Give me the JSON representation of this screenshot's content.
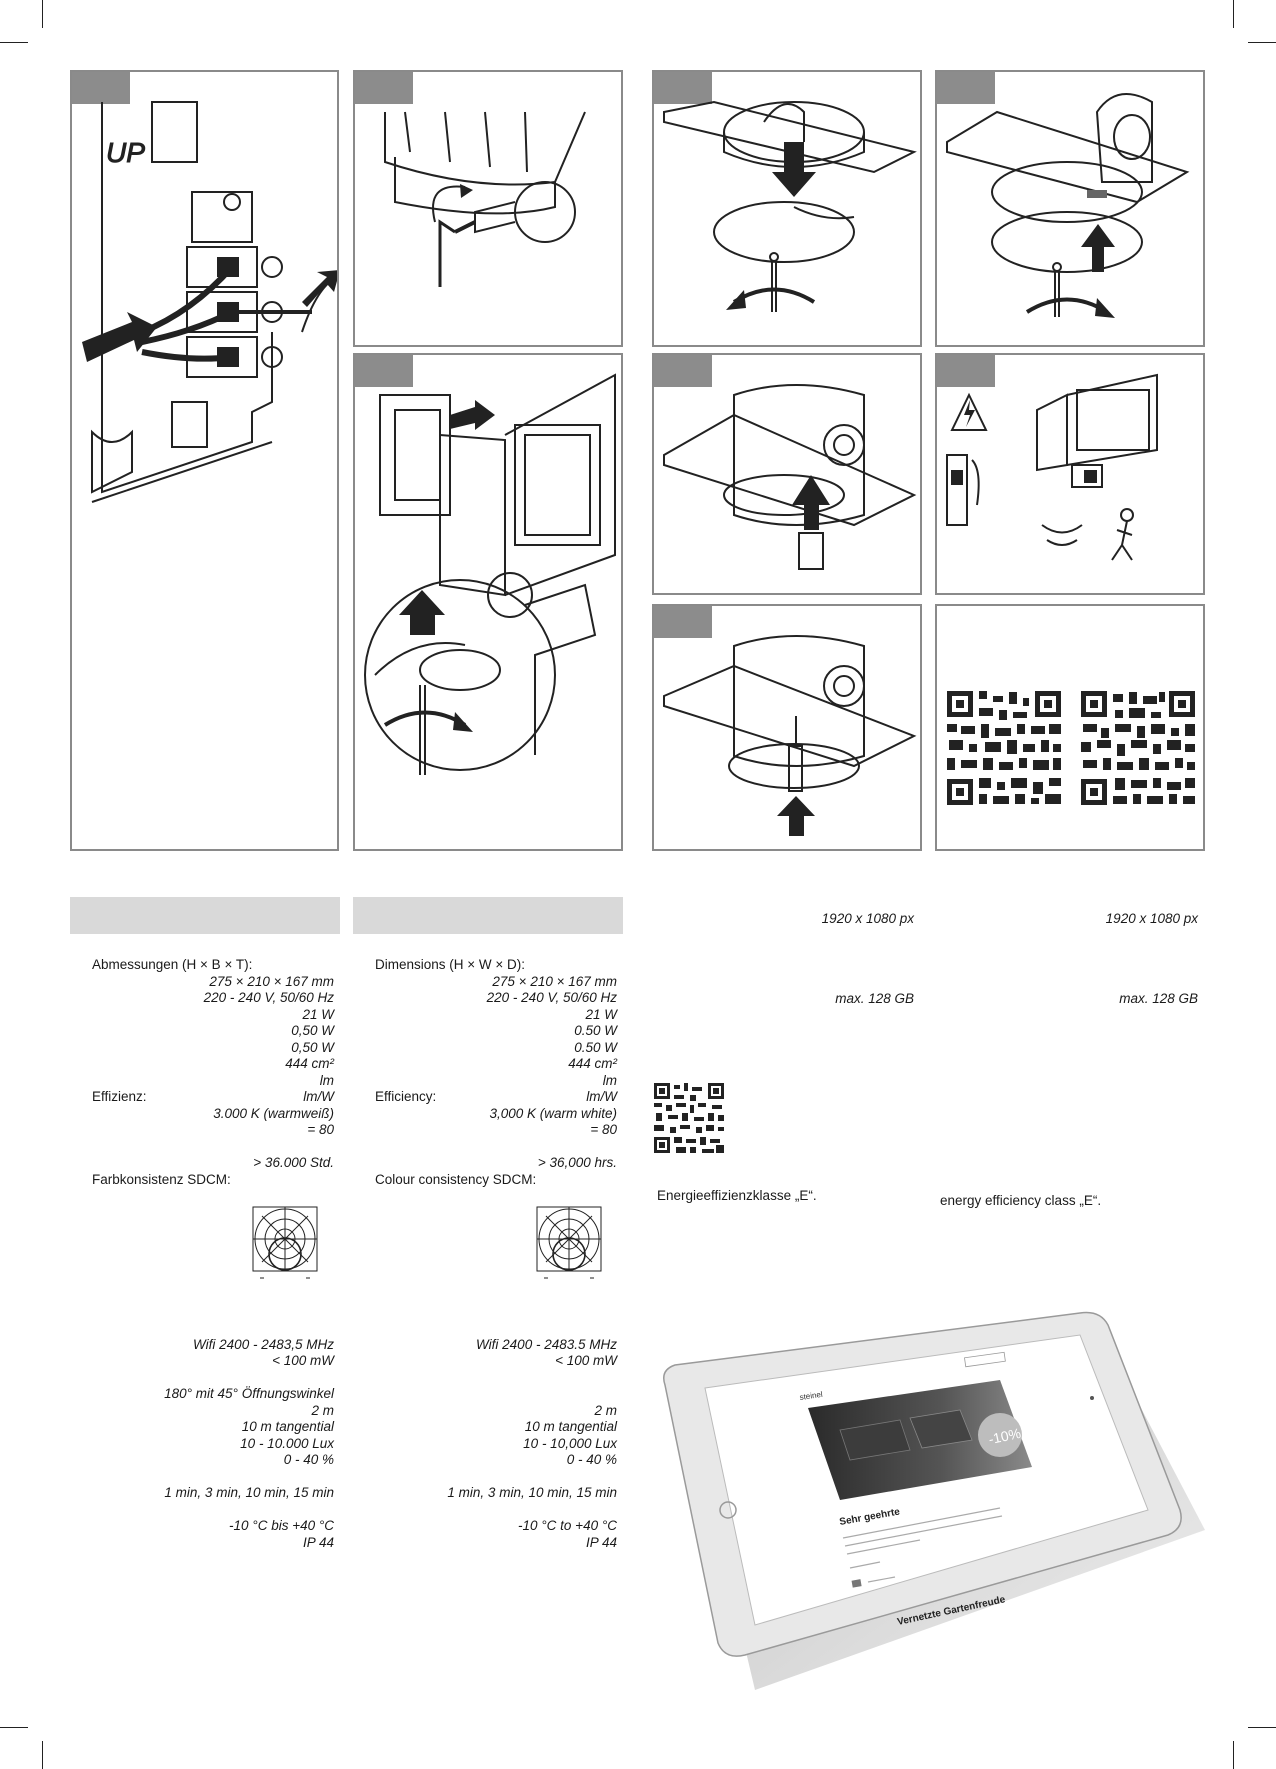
{
  "spec_de": {
    "rows": [
      {
        "label": "Abmessungen (H × B × T):",
        "value": ""
      },
      {
        "label": "",
        "value": "275 × 210 × 167 mm"
      },
      {
        "label": "",
        "value": "220 - 240 V, 50/60 Hz"
      },
      {
        "label": "",
        "value": "21 W"
      },
      {
        "label": "",
        "value": "0,50 W"
      },
      {
        "label": "",
        "value": "0,50 W"
      },
      {
        "label": "",
        "value": "444 cm²"
      },
      {
        "label": "",
        "value": "lm"
      },
      {
        "label": "Effizienz:",
        "value": "lm/W"
      },
      {
        "label": "",
        "value": "3.000 K (warmweiß)"
      },
      {
        "label": "",
        "value": "= 80"
      }
    ],
    "rows2": [
      {
        "label": "",
        "value": "> 36.000 Std."
      },
      {
        "label": "Farbkonsistenz SDCM:",
        "value": ""
      }
    ],
    "rows3": [
      {
        "label": "",
        "value": "Wifi 2400 - 2483,5 MHz"
      },
      {
        "label": "",
        "value": "< 100 mW"
      }
    ],
    "rows4": [
      {
        "label": "",
        "value": "180° mit 45° Öffnungswinkel"
      },
      {
        "label": "",
        "value": "2 m"
      },
      {
        "label": "",
        "value": "10 m tangential"
      },
      {
        "label": "",
        "value": "10 - 10.000 Lux"
      },
      {
        "label": "",
        "value": "0 - 40 %"
      }
    ],
    "rows5": [
      {
        "label": "",
        "value": "1 min, 3 min, 10 min, 15 min"
      }
    ],
    "rows6": [
      {
        "label": "",
        "value": "-10 °C bis +40 °C"
      },
      {
        "label": "",
        "value": "IP 44"
      }
    ]
  },
  "spec_en": {
    "rows": [
      {
        "label": "Dimensions  (H × W × D):",
        "value": ""
      },
      {
        "label": "",
        "value": "275 × 210 × 167 mm"
      },
      {
        "label": "",
        "value": "220 - 240 V, 50/60 Hz"
      },
      {
        "label": "",
        "value": "21 W"
      },
      {
        "label": "",
        "value": "0.50 W"
      },
      {
        "label": "",
        "value": "0.50 W"
      },
      {
        "label": "",
        "value": "444 cm²"
      },
      {
        "label": "",
        "value": "lm"
      },
      {
        "label": "Efficiency:",
        "value": "lm/W"
      },
      {
        "label": "",
        "value": "3,000 K (warm white)"
      },
      {
        "label": "",
        "value": "= 80"
      }
    ],
    "rows2": [
      {
        "label": "",
        "value": "> 36,000 hrs."
      },
      {
        "label": "Colour consistency SDCM:",
        "value": ""
      }
    ],
    "rows3": [
      {
        "label": "",
        "value": "Wifi 2400 - 2483.5 MHz"
      },
      {
        "label": "",
        "value": "< 100 mW"
      }
    ],
    "rows4": [
      {
        "label": "",
        "value": ""
      },
      {
        "label": "",
        "value": "2 m"
      },
      {
        "label": "",
        "value": "10 m tangential"
      },
      {
        "label": "",
        "value": "10 - 10,000 Lux"
      },
      {
        "label": "",
        "value": "0 - 40 %"
      }
    ],
    "rows5": [
      {
        "label": "",
        "value": "1 min, 3 min, 10 min, 15 min"
      }
    ],
    "rows6": [
      {
        "label": "",
        "value": "-10 °C to +40 °C"
      },
      {
        "label": "",
        "value": "IP 44"
      }
    ]
  },
  "right_column": {
    "resolution_left": "1920 x 1080 px",
    "resolution_right": "1920 x 1080 px",
    "storage_left": "max. 128 GB",
    "storage_right": "max. 128 GB",
    "energy_class_de": "Energieeffizienzklasse „E“.",
    "energy_class_en": "energy efficiency class „E“."
  },
  "tablet": {
    "brand": "steinel",
    "badge": "-10%",
    "heading": "Sehr geehrte",
    "subheading": "Vernetzte Gartenfreude"
  }
}
